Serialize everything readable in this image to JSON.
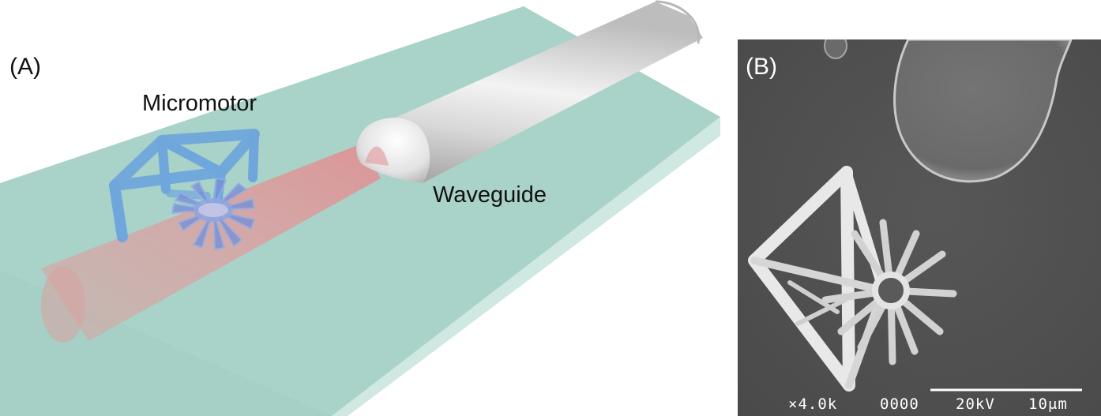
{
  "panel_a": {
    "label": "(A)",
    "micromotor_label": "Micromotor",
    "waveguide_label": "Waveguide"
  },
  "panel_b": {
    "label": "(B)",
    "sem_bar": {
      "magnification": "×4.0k",
      "image_number": "0000",
      "voltage": "20kV",
      "scale": "10μm"
    }
  },
  "colors": {
    "substrate_top": "#a9d2c8",
    "substrate_side": "#cfe8e2",
    "waveguide": "#d4d4d4",
    "light_beam": "#e7a1a4",
    "micromotor": "#6fa6dc",
    "sem_background": "#4a4a4a"
  }
}
